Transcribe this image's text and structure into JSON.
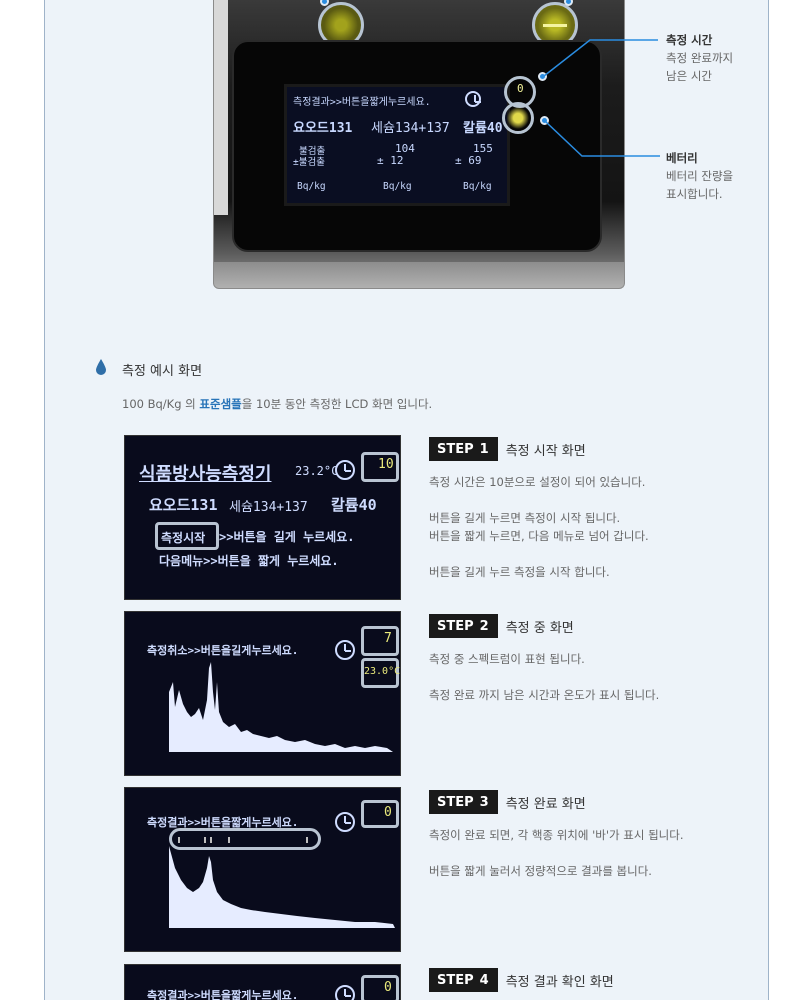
{
  "device_callouts": {
    "time": {
      "title": "측정 시간",
      "lines": [
        "측정 완료까지",
        "남은 시간"
      ]
    },
    "battery": {
      "title": "베터리",
      "lines": [
        "베터리 잔량을",
        "표시합니다."
      ]
    }
  },
  "device_lcd": {
    "row1": "측정결과>>버튼을짧게누르세요.",
    "row2_a": "요오드131",
    "row2_b": "세슘134+137",
    "row2_c": "칼륨40",
    "row3_label1": "불검출",
    "row3_label2": "±불검출",
    "row3_v1": "104",
    "row3_e1": "±  12",
    "row3_v2": "155",
    "row3_e2": "±  69",
    "units": [
      "Bq/kg",
      "Bq/kg",
      "Bq/kg"
    ],
    "time_value": "0"
  },
  "section": {
    "title": "측정 예시 화면",
    "desc_prefix": "100 Bq/Kg 의 ",
    "desc_highlight": "표준샘플",
    "desc_suffix": "을 10분 동안 측정한 LCD 화면 입니다."
  },
  "steps": [
    {
      "label": "STEP",
      "num": "1",
      "title": "측정 시작 화면",
      "paragraphs": [
        [
          "측정 시간은 10분으로 설정이 되어 있습니다."
        ],
        [
          "버튼을 길게 누르면 측정이 시작 됩니다.",
          "버튼을 짧게 누르면, 다음 메뉴로 넘어 갑니다."
        ],
        [
          "버튼을 길게 누르 측정을 시작 합니다."
        ]
      ],
      "lcd": {
        "title": "식품방사능측정기",
        "temp": "23.2°C",
        "time": "10",
        "row2_a": "요오드131",
        "row2_b": "세슘134+137",
        "row2_c": "칼륨40",
        "row3_hl": "측정시작",
        "row3": ">>버튼을 길게 누르세요.",
        "row4": "다음메뉴>>버튼을 짧게 누르세요."
      }
    },
    {
      "label": "STEP",
      "num": "2",
      "title": "측정 중 화면",
      "paragraphs": [
        [
          "측정 중 스펙트럼이 표현 됩니다."
        ],
        [
          "측정 완료 까지 남은 시간과 온도가 표시 됩니다."
        ]
      ],
      "lcd": {
        "header": "측정취소>>버튼을길게누르세요.",
        "time": "7",
        "temp": "23.0°C"
      }
    },
    {
      "label": "STEP",
      "num": "3",
      "title": "측정 완료 화면",
      "paragraphs": [
        [
          "측정이 완료 되면, 각 핵종 위치에 '바'가 표시 됩니다."
        ],
        [
          "버튼을 짧게 눌러서 정량적으로 결과를 봅니다."
        ]
      ],
      "lcd": {
        "header": "측정결과>>버튼을짧게누르세요.",
        "time": "0"
      }
    },
    {
      "label": "STEP",
      "num": "4",
      "title": "측정 결과 확인 화면",
      "paragraphs": [],
      "lcd": {
        "header": "측정결과>>버튼을짧게누르세요.",
        "time": "0"
      }
    }
  ],
  "colors": {
    "accent": "#2a8ce0",
    "highlight_text": "#2874b8",
    "badge": "#1a1a1a",
    "panel": "#edf3f9"
  }
}
